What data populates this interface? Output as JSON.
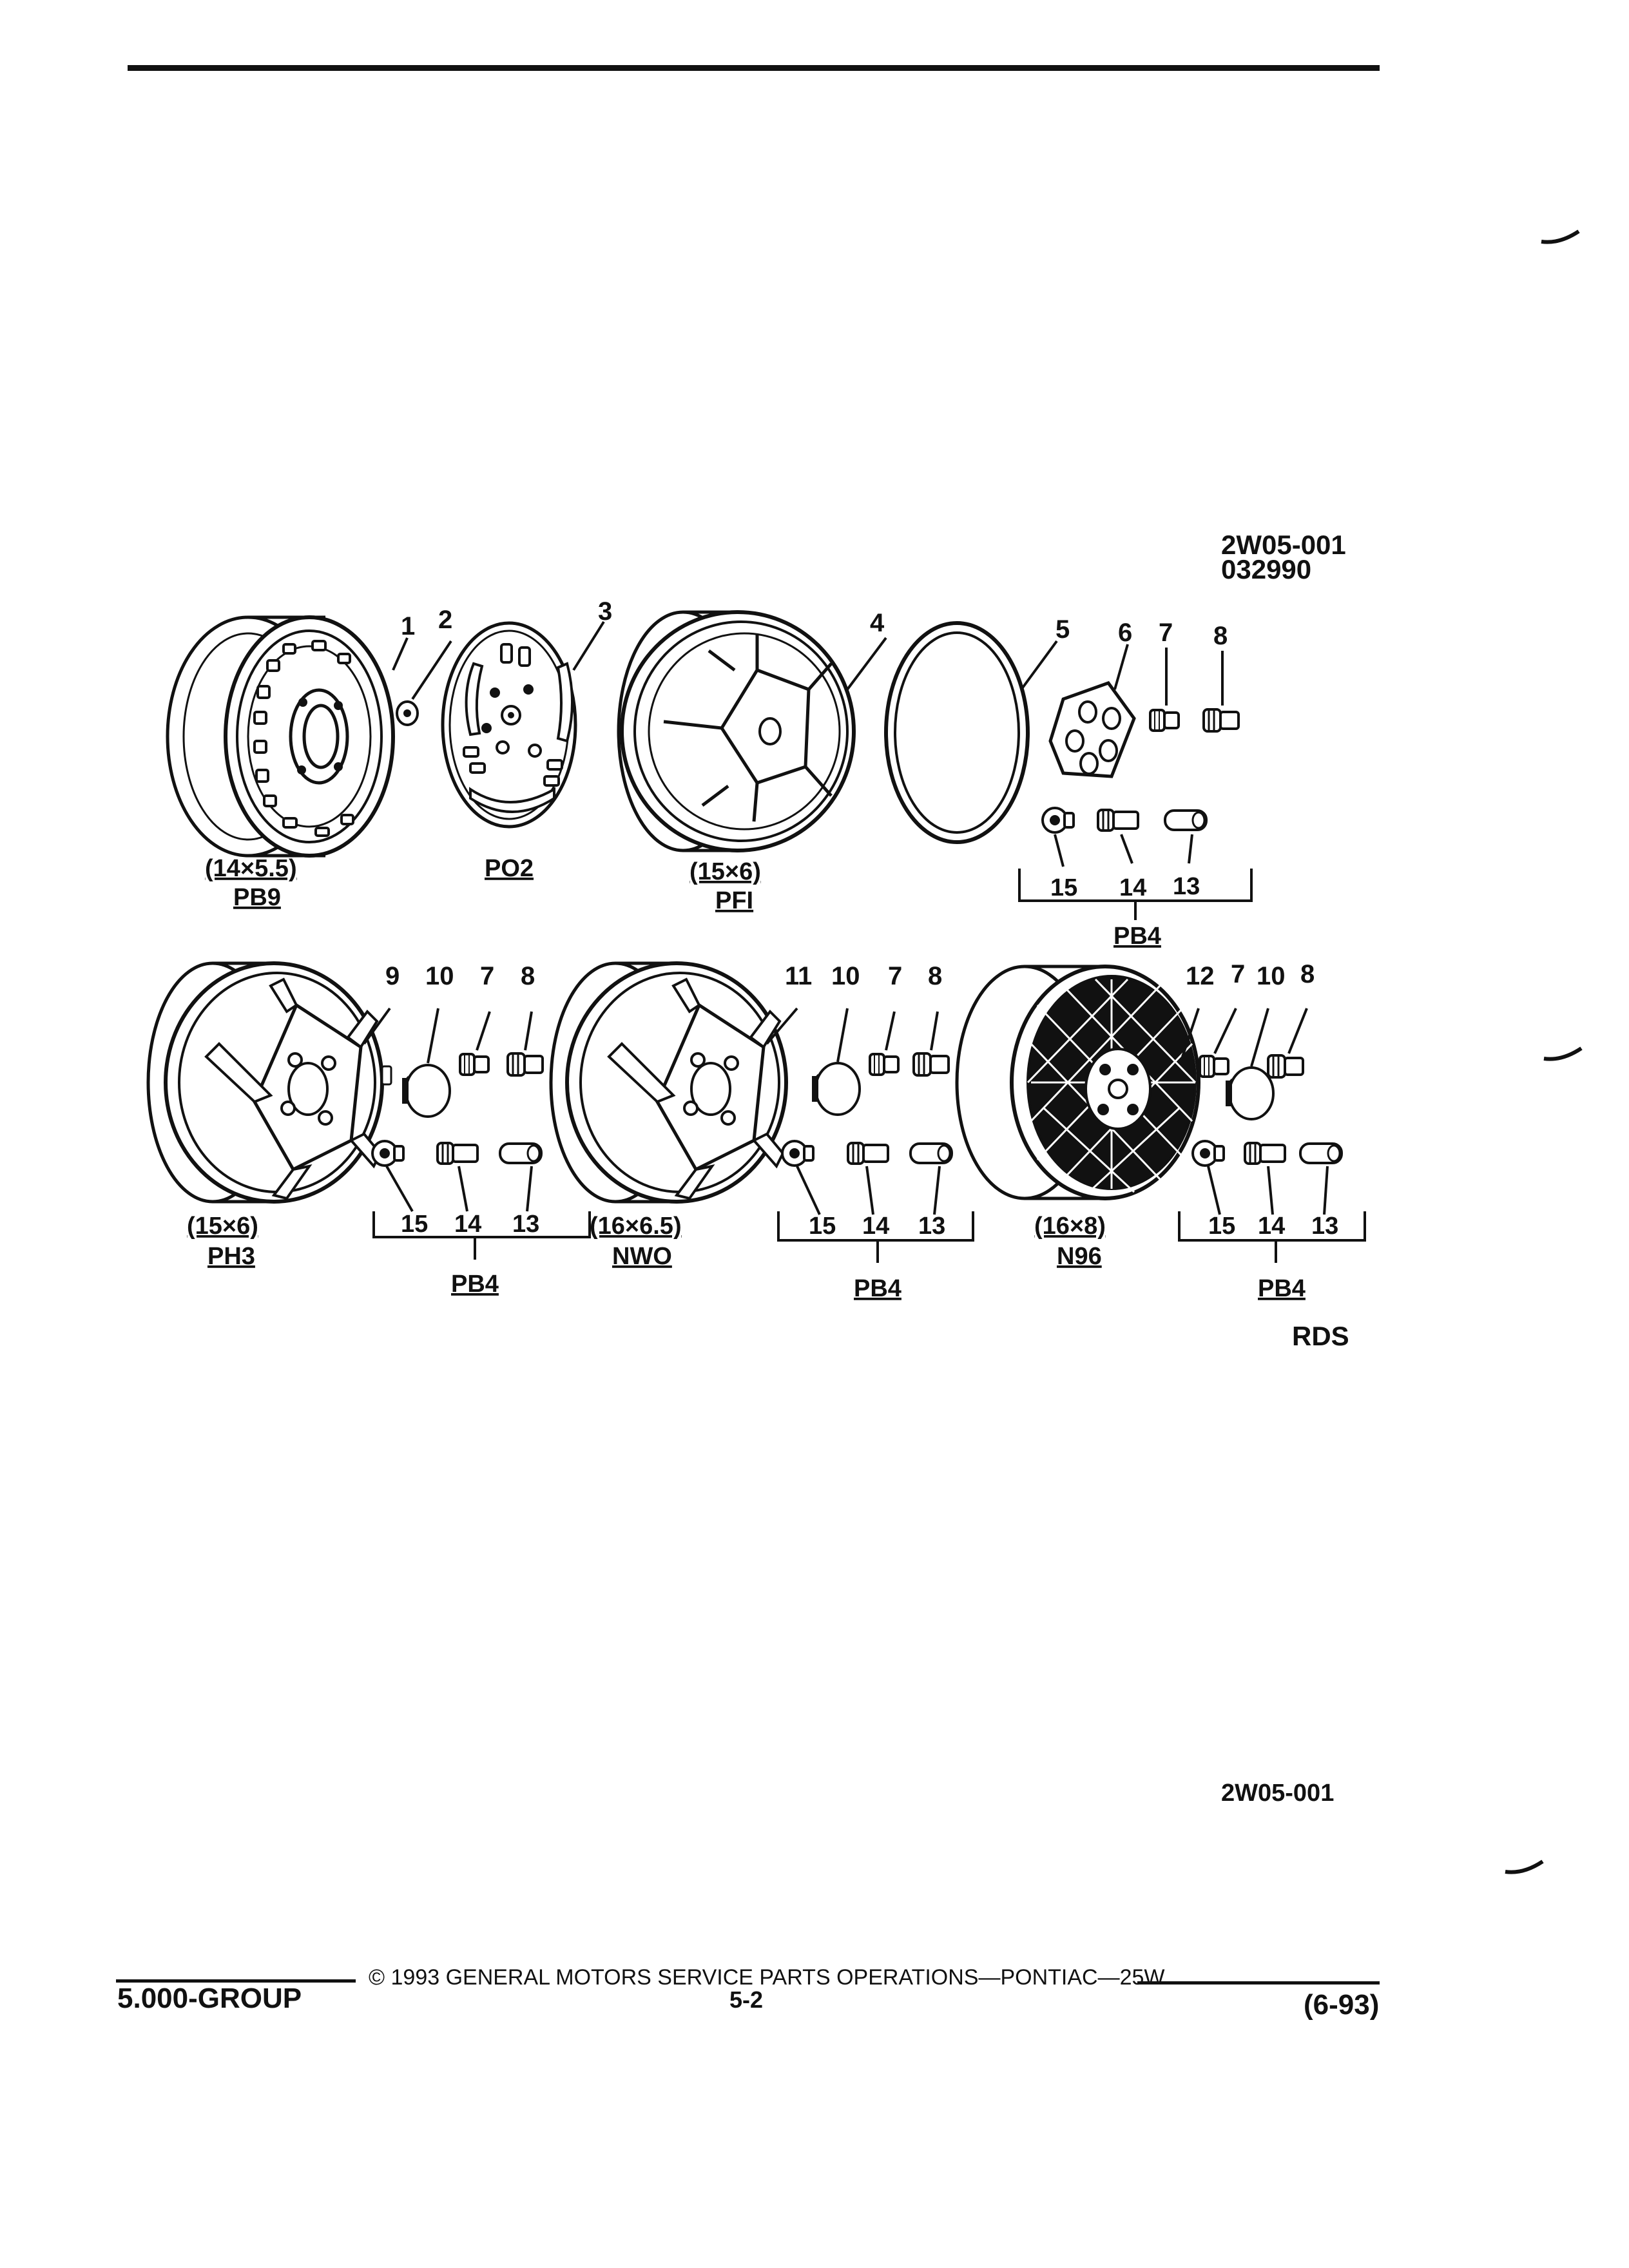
{
  "figure": {
    "id_top": "2W05-001",
    "date_code": "032990",
    "id_bottom": "2W05-001",
    "side_code": "RDS"
  },
  "rows": [
    {
      "wheels": [
        {
          "size": "(14×5.5)",
          "option": "PB9",
          "callouts": [
            "1",
            "2"
          ]
        },
        {
          "size": "",
          "option": "PO2",
          "callouts": [
            "3"
          ]
        },
        {
          "size": "(15×6)",
          "option": "PFI",
          "callouts": [
            "4",
            "5",
            "6",
            "7",
            "8"
          ]
        }
      ],
      "hardware": {
        "items": [
          "15",
          "14",
          "13"
        ],
        "option": "PB4"
      }
    },
    {
      "wheels": [
        {
          "size": "(15×6)",
          "option": "PH3",
          "callouts": [
            "9",
            "10",
            "7",
            "8"
          ],
          "hardware": {
            "items": [
              "15",
              "14",
              "13"
            ],
            "option": "PB4"
          }
        },
        {
          "size": "(16×6.5)",
          "option": "NWO",
          "callouts": [
            "11",
            "10",
            "7",
            "8"
          ],
          "hardware": {
            "items": [
              "15",
              "14",
              "13"
            ],
            "option": "PB4"
          }
        },
        {
          "size": "(16×8)",
          "option": "N96",
          "callouts": [
            "12",
            "7",
            "10",
            "8"
          ],
          "hardware": {
            "items": [
              "15",
              "14",
              "13"
            ],
            "option": "PB4"
          }
        }
      ]
    }
  ],
  "footer": {
    "group": "5.000-GROUP",
    "copyright": "© 1993 GENERAL MOTORS SERVICE PARTS OPERATIONS—PONTIAC—25W",
    "page": "5-2",
    "date": "(6-93)"
  },
  "colors": {
    "ink": "#111111",
    "paper": "#ffffff"
  }
}
